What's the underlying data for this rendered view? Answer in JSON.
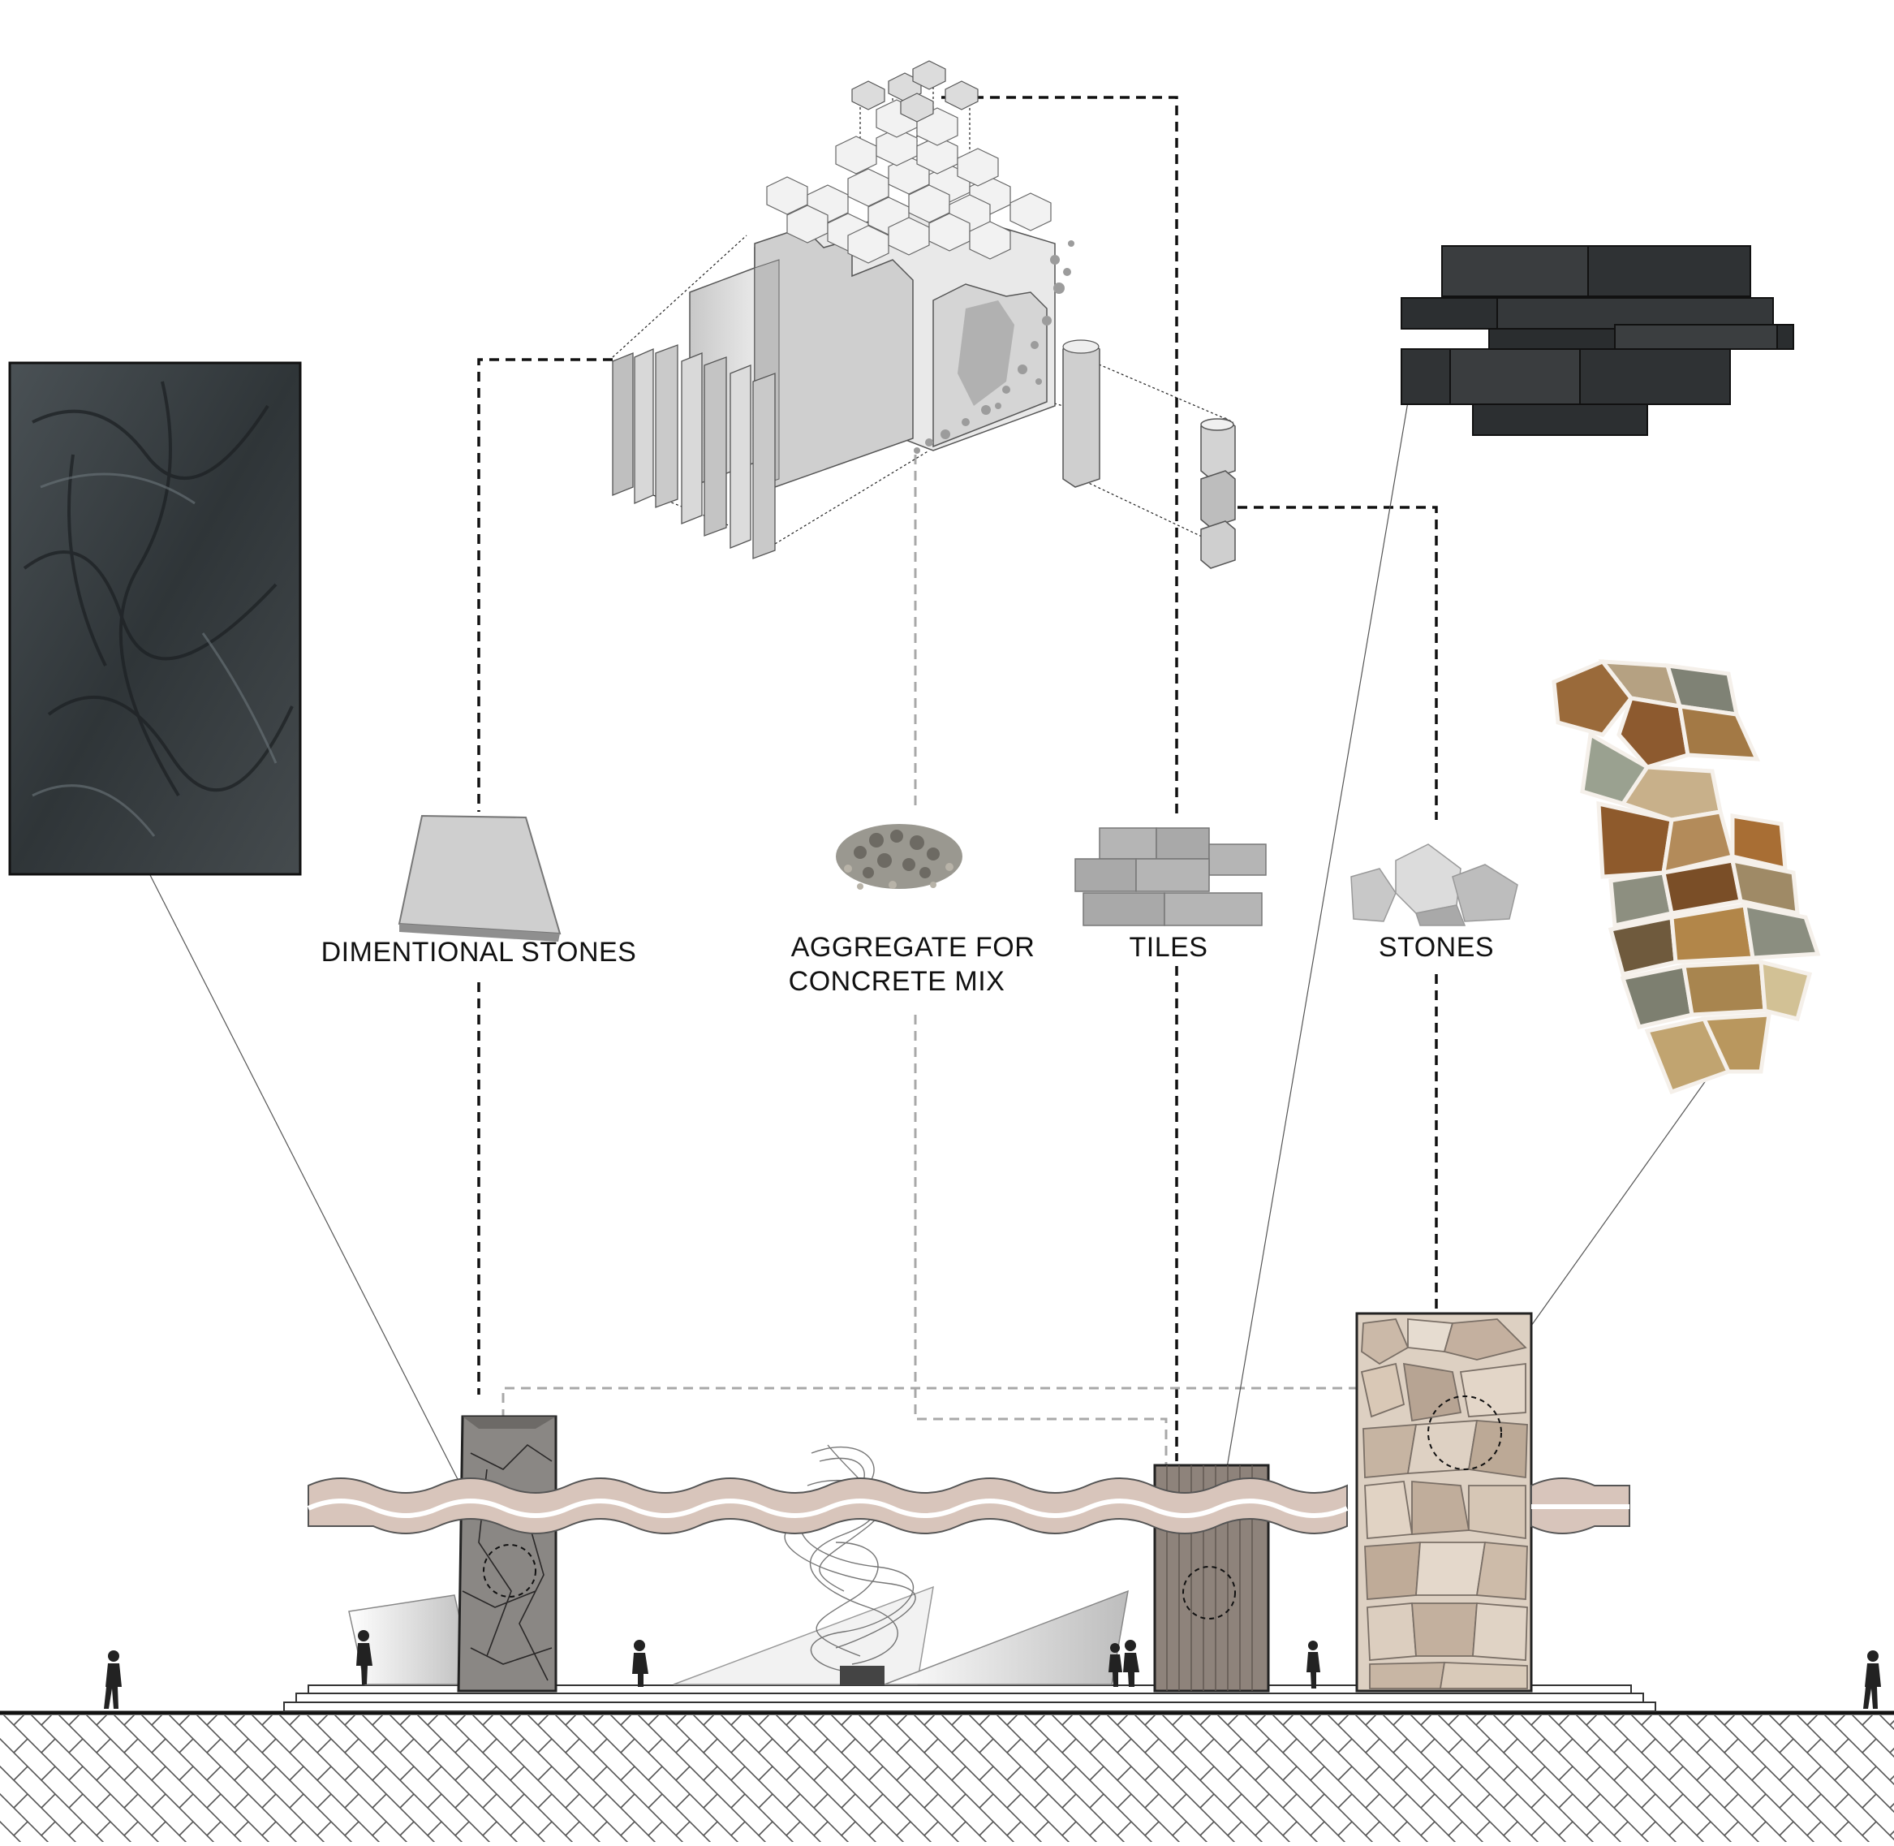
{
  "labels": {
    "dimensional": "DIMENTIONAL STONES",
    "aggregate_line1": "AGGREGATE FOR",
    "aggregate_line2": "CONCRETE MIX",
    "tiles": "TILES",
    "stones": "STONES"
  },
  "colors": {
    "connector_dark": "#111111",
    "connector_grey": "#a8a8a8",
    "rough_stone": "#3d4347",
    "dark_tile": "#2e3133",
    "pillar_grey": "#8a8784",
    "pillar_brown": "#8e837b",
    "flagstone_beige": "#d8c6b4",
    "wave_band": "#d8c5bb",
    "ground_hatch": "#555555"
  }
}
